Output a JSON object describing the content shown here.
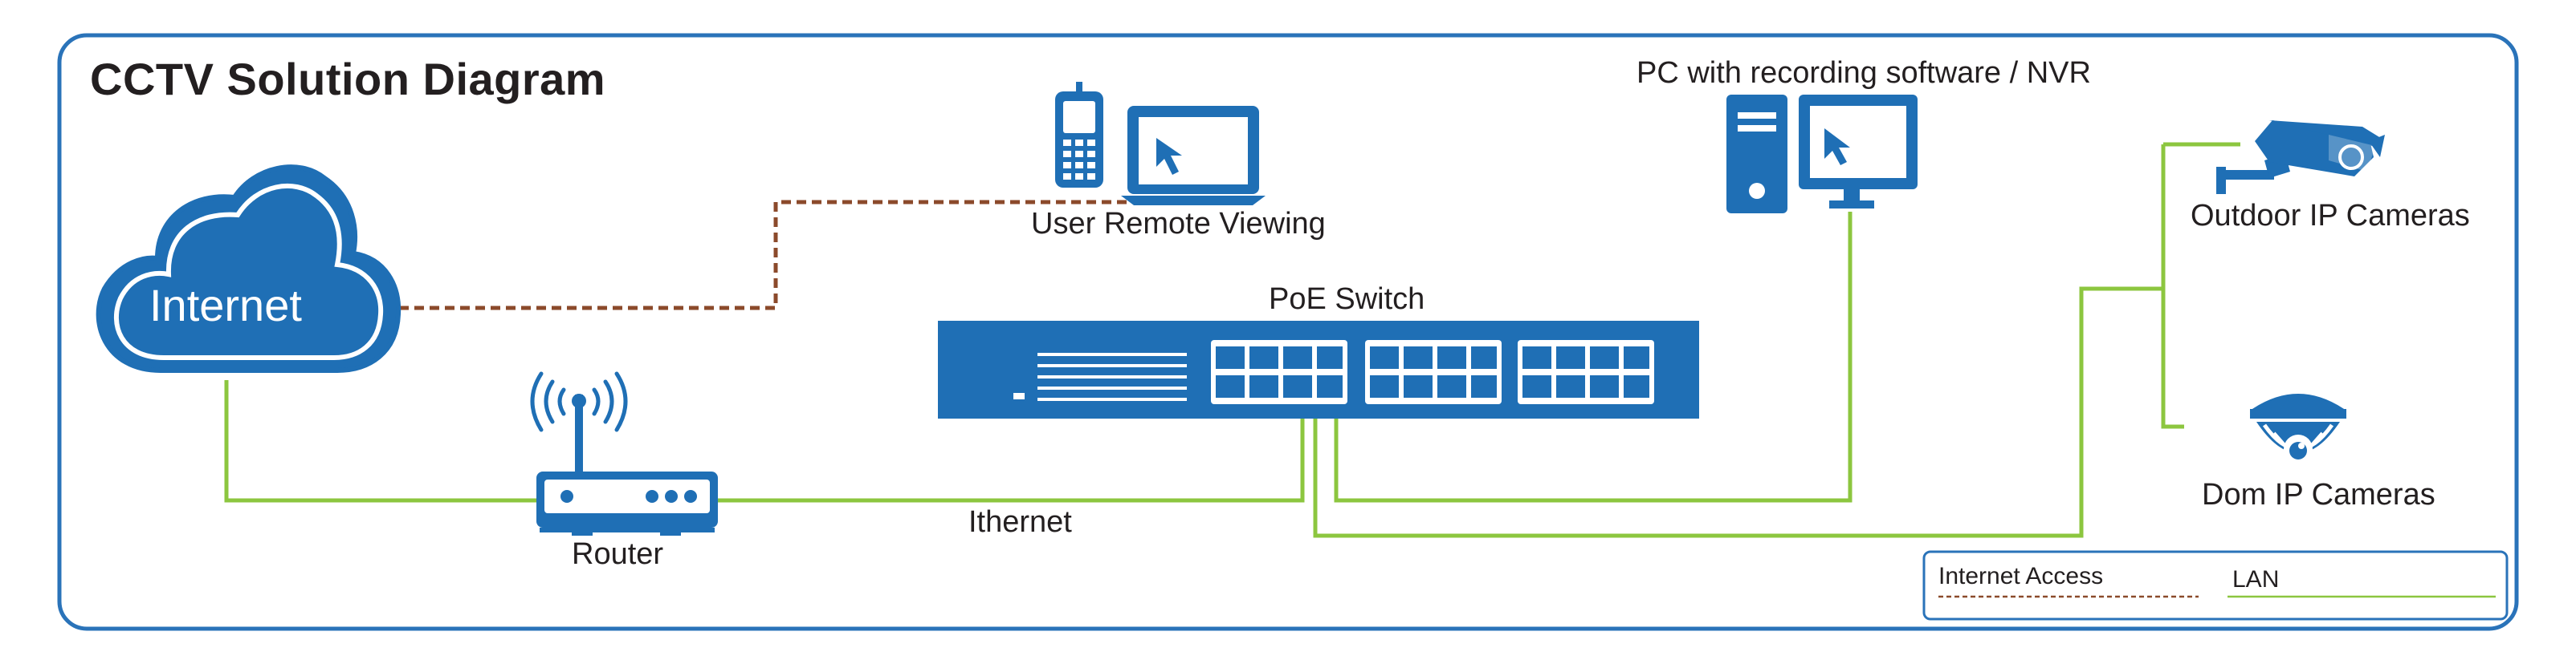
{
  "title": "CCTV Solution Diagram",
  "nodes": {
    "internet": "Internet",
    "router": "Router",
    "poe_switch": "PoE Switch",
    "remote_viewing": "User Remote Viewing",
    "nvr": "PC with recording software / NVR",
    "outdoor_cameras": "Outdoor IP Cameras",
    "dome_cameras": "Dom IP Cameras"
  },
  "edge_labels": {
    "ethernet": "Ithernet"
  },
  "legend": {
    "internet_access": "Internet Access",
    "lan": "LAN"
  },
  "colors": {
    "frame": "#2a73b9",
    "device": "#1f6fb5",
    "lan_line": "#8cc63f",
    "internet_line": "#8b4a2b",
    "text": "#231f20"
  }
}
